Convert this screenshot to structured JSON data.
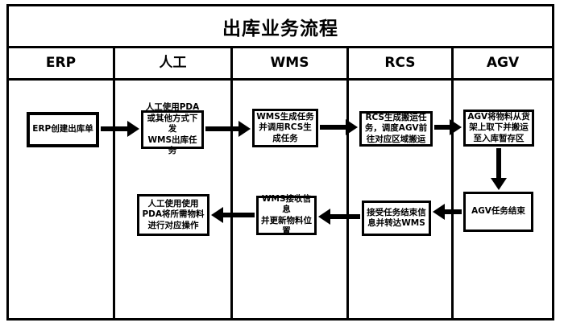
{
  "title": "出库业务流程",
  "lanes": [
    {
      "label": "ERP"
    },
    {
      "label": "人工"
    },
    {
      "label": "WMS"
    },
    {
      "label": "RCS"
    },
    {
      "label": "AGV"
    }
  ],
  "boxes": [
    {
      "lane": "ERP",
      "text": "ERP创建出库单"
    },
    {
      "lane": "人工",
      "text": "人工使用PDA\n或其他方式下发\nWMS出库任务"
    },
    {
      "lane": "WMS",
      "text": "WMS生成任务\n并调用RCS生\n成任务"
    },
    {
      "lane": "RCS",
      "text": "RCS生成搬运任\n务，调度AGV前\n往对应区域搬运"
    },
    {
      "lane": "AGV",
      "text": "AGV将物料从货\n架上取下并搬运\n至入库暂存区"
    },
    {
      "lane": "AGV",
      "text": "AGV任务结束"
    },
    {
      "lane": "RCS",
      "text": "接受任务结束信\n息并转达WMS"
    },
    {
      "lane": "WMS",
      "text": "WMS接收信息\n并更新物料位\n置"
    },
    {
      "lane": "人工",
      "text": "人工使用使用\nPDA将所需物料\n进行对应操作"
    }
  ],
  "arrows": [
    {
      "from": "ERP创建出库单",
      "to": "人工使用PDA或其他方式下发WMS出库任务",
      "direction": "right"
    },
    {
      "from": "人工使用PDA或其他方式下发WMS出库任务",
      "to": "WMS生成任务并调用RCS生成任务",
      "direction": "right"
    },
    {
      "from": "WMS生成任务并调用RCS生成任务",
      "to": "RCS生成搬运任务，调度AGV前往对应区域搬运",
      "direction": "right"
    },
    {
      "from": "RCS生成搬运任务，调度AGV前往对应区域搬运",
      "to": "AGV将物料从货架上取下并搬运至入库暂存区",
      "direction": "right"
    },
    {
      "from": "AGV将物料从货架上取下并搬运至入库暂存区",
      "to": "AGV任务结束",
      "direction": "down"
    },
    {
      "from": "AGV任务结束",
      "to": "接受任务结束信息并转达WMS",
      "direction": "left"
    },
    {
      "from": "接受任务结束信息并转达WMS",
      "to": "WMS接收信息并更新物料位置",
      "direction": "left"
    },
    {
      "from": "WMS接收信息并更新物料位置",
      "to": "人工使用使用PDA将所需物料进行对应操作",
      "direction": "left"
    }
  ],
  "colors": {
    "line": "#000000",
    "background": "#ffffff",
    "text": "#000000"
  }
}
